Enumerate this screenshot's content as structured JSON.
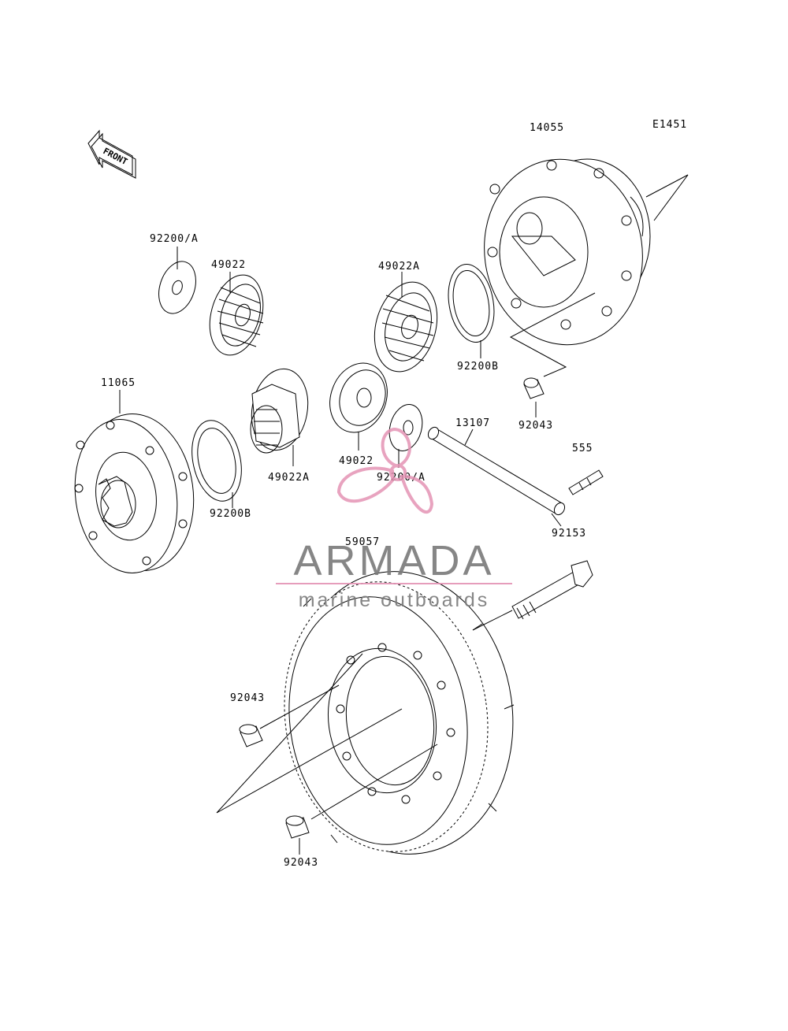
{
  "diagram": {
    "ref_code": "E1451",
    "front_label": "FRONT",
    "parts": [
      {
        "id": "p14055",
        "label": "14055"
      },
      {
        "id": "p92200a_top",
        "label": "92200/A"
      },
      {
        "id": "p49022_top",
        "label": "49022"
      },
      {
        "id": "p49022a_top",
        "label": "49022A"
      },
      {
        "id": "p92200b_right",
        "label": "92200B"
      },
      {
        "id": "p92043_right",
        "label": "92043"
      },
      {
        "id": "p11065",
        "label": "11065"
      },
      {
        "id": "p13107",
        "label": "13107"
      },
      {
        "id": "p555",
        "label": "555"
      },
      {
        "id": "p49022_mid",
        "label": "49022"
      },
      {
        "id": "p92200a_mid",
        "label": "92200/A"
      },
      {
        "id": "p49022a_mid",
        "label": "49022A"
      },
      {
        "id": "p92200b_left",
        "label": "92200B"
      },
      {
        "id": "p92153",
        "label": "92153"
      },
      {
        "id": "p59057",
        "label": "59057"
      },
      {
        "id": "p92043_left",
        "label": "92043"
      },
      {
        "id": "p92043_bottom",
        "label": "92043"
      }
    ]
  },
  "watermark": {
    "brand": "ARMADA",
    "tagline": "marine outboards",
    "brand_color": "#7a7a7a",
    "accent_color": "#e493b4"
  }
}
